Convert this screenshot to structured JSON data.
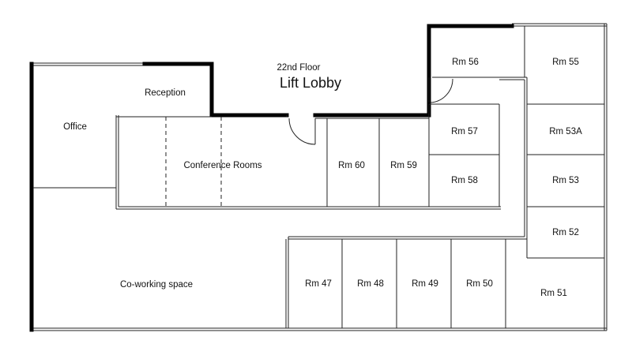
{
  "floor": {
    "floor_label": "22nd Floor",
    "lobby_label": "Lift Lobby"
  },
  "areas": {
    "reception": "Reception",
    "office": "Office",
    "conference": "Conference Rooms",
    "coworking": "Co-working space"
  },
  "rooms": {
    "rm56": "Rm 56",
    "rm55": "Rm 55",
    "rm57": "Rm 57",
    "rm53a": "Rm 53A",
    "rm60": "Rm 60",
    "rm59": "Rm 59",
    "rm58": "Rm 58",
    "rm53": "Rm 53",
    "rm52": "Rm 52",
    "rm47": "Rm 47",
    "rm48": "Rm 48",
    "rm49": "Rm 49",
    "rm50": "Rm 50",
    "rm51": "Rm 51"
  }
}
